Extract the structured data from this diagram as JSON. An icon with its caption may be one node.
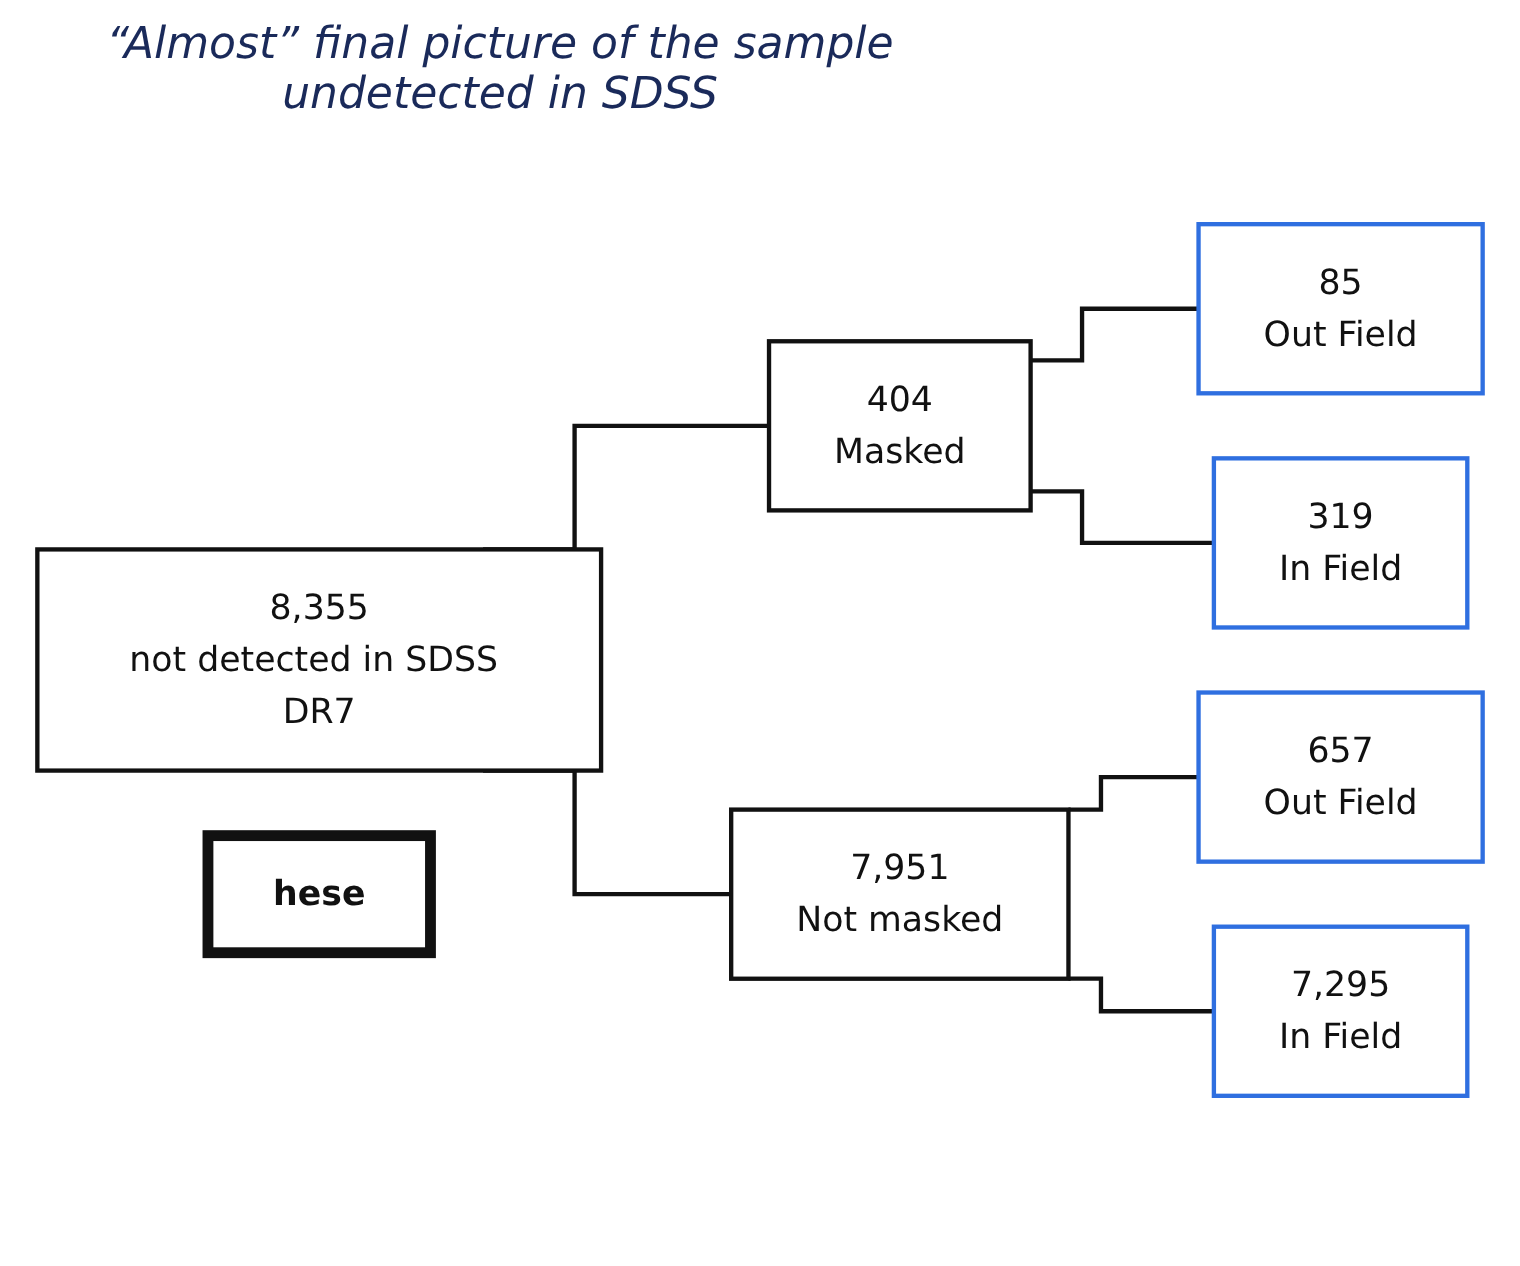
{
  "diagram": {
    "title": "“Almost” final picture of the sample undetected in SDSS",
    "nodes": [
      {
        "text": [
          "404",
          "Masked"
        ]
      },
      {
        "text": [
          "85",
          "Out Field"
        ]
      },
      {
        "text": [
          "319",
          "In Field"
        ]
      },
      {
        "text": [
          "8,355",
          "not detected in SDSS DR7"
        ]
      },
      {
        "text": [
          "hese"
        ]
      },
      {
        "text": [
          "657",
          "Out Field"
        ]
      },
      {
        "text": [
          "7,951",
          "Not masked"
        ]
      },
      {
        "text": [
          "7,295",
          "In Field"
        ]
      }
    ],
    "edges": [
      {
        "from": 3,
        "to": 0,
        "arrow": "none"
      },
      {
        "from": 3,
        "to": 6,
        "arrow": "none"
      },
      {
        "from": 0,
        "to": 1,
        "arrow": "none"
      },
      {
        "from": 0,
        "to": 2,
        "arrow": "none"
      },
      {
        "from": 6,
        "to": 5,
        "arrow": "none"
      },
      {
        "from": 6,
        "to": 7,
        "arrow": "none"
      }
    ]
  }
}
